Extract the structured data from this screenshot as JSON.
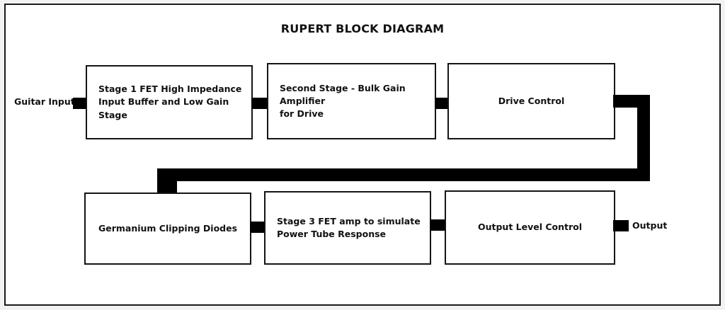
{
  "diagram": {
    "title": "RUPERT BLOCK DIAGRAM",
    "background_color": "#ffffff",
    "line_color": "#000000",
    "frame_color": "#1a1a1a"
  },
  "terminals": {
    "input_label": "Guitar Input",
    "output_label": "Output"
  },
  "blocks": [
    {
      "id": "stage1",
      "label": "Stage 1 FET High Impedance\nInput Buffer and Low Gain Stage",
      "align": "left"
    },
    {
      "id": "stage2",
      "label": "Second Stage - Bulk Gain Amplifier\nfor Drive",
      "align": "left"
    },
    {
      "id": "drive",
      "label": "Drive Control",
      "align": "center"
    },
    {
      "id": "diodes",
      "label": "Germanium Clipping Diodes",
      "align": "center"
    },
    {
      "id": "stage3",
      "label": "Stage 3 FET amp to simulate\nPower Tube Response",
      "align": "left"
    },
    {
      "id": "output_level",
      "label": "Output Level Control",
      "align": "center"
    }
  ],
  "connectors": [
    {
      "id": "input-to-stage1",
      "kind": "stub"
    },
    {
      "id": "stage1-to-stage2",
      "kind": "stub"
    },
    {
      "id": "stage2-to-drive",
      "kind": "stub"
    },
    {
      "id": "drive-to-diodes",
      "kind": "routed-path"
    },
    {
      "id": "diodes-to-stage3",
      "kind": "stub"
    },
    {
      "id": "stage3-to-output-level",
      "kind": "stub"
    },
    {
      "id": "output-level-to-output",
      "kind": "stub"
    }
  ]
}
